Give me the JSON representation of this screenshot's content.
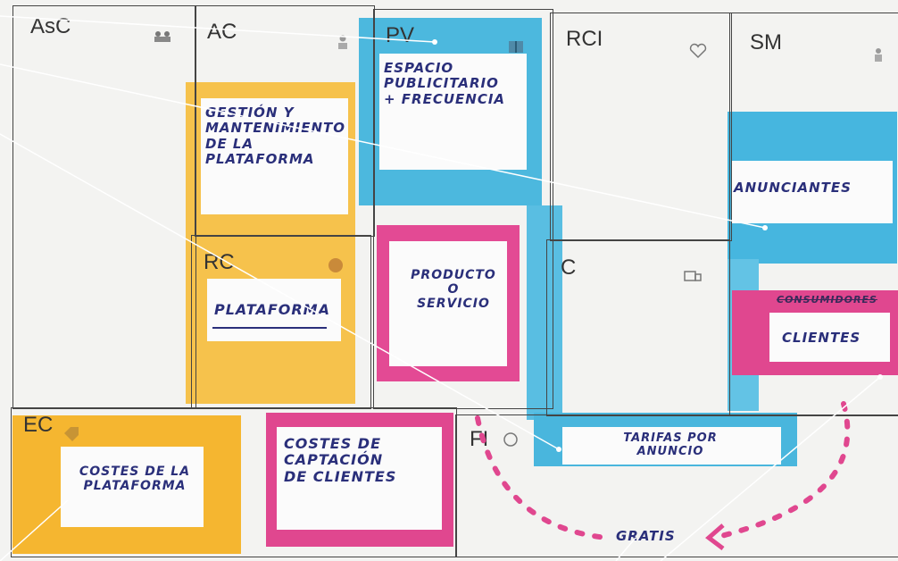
{
  "sections": {
    "asc": {
      "code": "AsC"
    },
    "ac": {
      "code": "AC",
      "text": "GESTIÓN Y\nMANTENIMIENTO\nDE LA\nPLATAFORMA"
    },
    "pv": {
      "code": "PV",
      "text_top": "ESPACIO\nPUBLICITARIO\n+ FRECUENCIA",
      "text_bottom": "PRODUCTO\nO\nSERVICIO"
    },
    "rci": {
      "code": "RCI"
    },
    "sm": {
      "code": "SM",
      "text_top": "ANUNCIANTES",
      "text_bottom": "CLIENTES",
      "struck": "CONSUMIDORES"
    },
    "rc": {
      "code": "RC",
      "text": "PLATAFORMA"
    },
    "c": {
      "code": "C"
    },
    "ec": {
      "code": "EC",
      "text_left": "COSTES DE LA\nPLATAFORMA",
      "text_right": "COSTES DE\nCAPTACIÓN\nDE CLIENTES"
    },
    "fi": {
      "code": "FI",
      "text_top": "TARIFAS POR\nANUNCIO",
      "text_bottom": "GRATIS"
    }
  },
  "icons": [
    "team-icon",
    "worker-icon",
    "gift-icon",
    "heart-icon",
    "person-icon",
    "handshake-icon",
    "truck-icon",
    "tag-icon",
    "money-bag-icon"
  ],
  "colors": {
    "yellow": "#f5b630",
    "blue": "#49b6dd",
    "pink": "#e0478f",
    "ink": "#2a2f7a",
    "grid": "#444444"
  }
}
